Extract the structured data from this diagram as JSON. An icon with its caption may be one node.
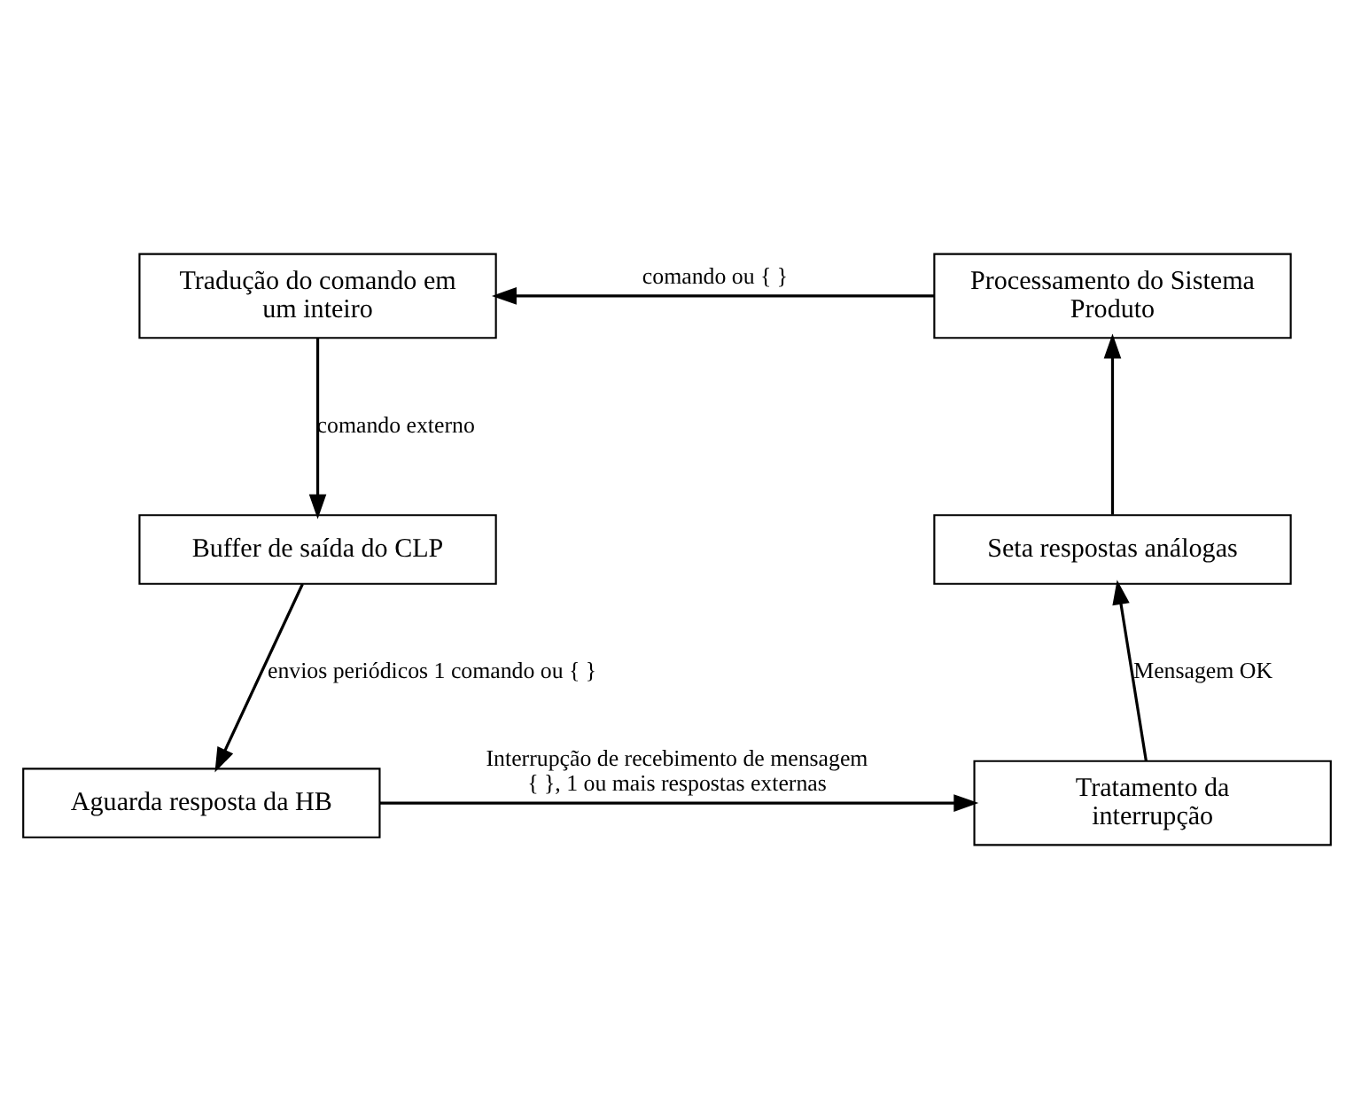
{
  "diagram": {
    "nodes": [
      {
        "text": [
          "Processamento do Sistema Produto"
        ]
      },
      {
        "text": [
          "Tradução do comando em um inteiro"
        ]
      },
      {
        "text": [
          "Buffer de saída do CLP"
        ]
      },
      {
        "text": [
          "Aguarda resposta da HB"
        ]
      },
      {
        "text": [
          "Tratamento da interrupção"
        ]
      },
      {
        "text": [
          "Seta respostas análogas"
        ]
      }
    ],
    "edges": [
      {
        "from": 0,
        "to": 1,
        "arrow": "to",
        "label": "comando ou { }"
      },
      {
        "from": 1,
        "to": 2,
        "arrow": "to",
        "label": "comando externo"
      },
      {
        "from": 2,
        "to": 3,
        "arrow": "to",
        "label": "envios periódicos 1 comando ou { }"
      },
      {
        "from": 3,
        "to": 4,
        "arrow": "to",
        "label": "Interrupção de recebimento de mensagem { }, 1 ou mais respostas externas"
      },
      {
        "from": 4,
        "to": 5,
        "arrow": "to",
        "label": "Mensagem OK"
      },
      {
        "from": 5,
        "to": 0,
        "arrow": "to"
      }
    ]
  }
}
